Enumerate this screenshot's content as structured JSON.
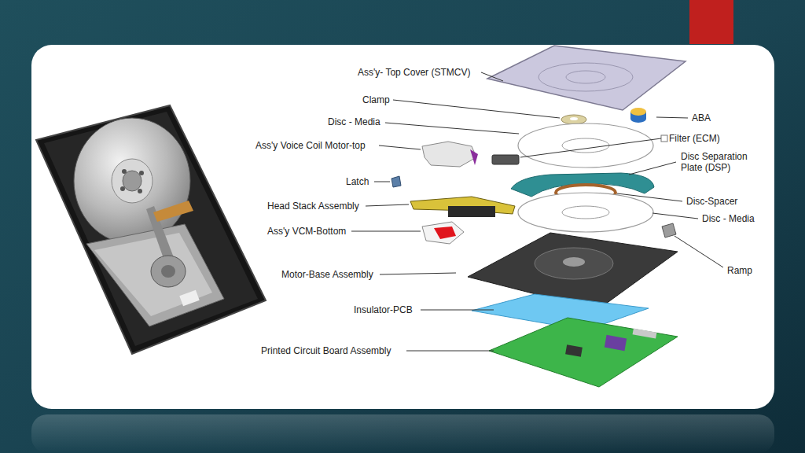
{
  "diagram": {
    "labels": [
      "Ass'y- Top Cover (STMCV)",
      "Clamp",
      "ABA",
      "Disc - Media",
      "Filter (ECM)",
      "Ass'y Voice Coil Motor-top",
      "Disc Separation Plate (DSP)",
      "Latch",
      "Disc-Spacer",
      "Head Stack Assembly",
      "Disc - Media",
      "Ass'y VCM-Bottom",
      "Ramp",
      "Motor-Base Assembly",
      "Insulator-PCB",
      "Printed Circuit Board Assembly"
    ]
  }
}
